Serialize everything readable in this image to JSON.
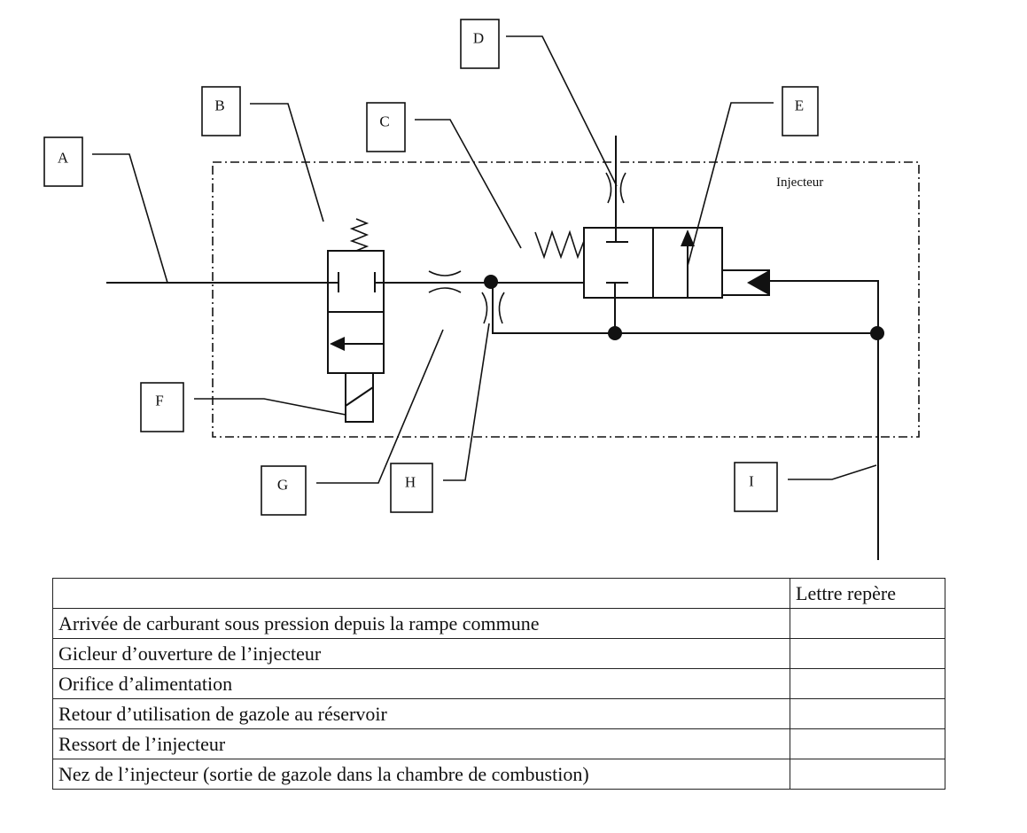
{
  "diagram": {
    "caption": "Injecteur",
    "labels": [
      "A",
      "B",
      "C",
      "D",
      "E",
      "F",
      "G",
      "H",
      "I"
    ]
  },
  "table": {
    "header": {
      "description": "",
      "letter": "Lettre repère"
    },
    "rows": [
      {
        "description": "Arrivée de carburant sous pression depuis la rampe commune",
        "letter": ""
      },
      {
        "description": "Gicleur d’ouverture de l’injecteur",
        "letter": ""
      },
      {
        "description": "Orifice d’alimentation",
        "letter": ""
      },
      {
        "description": "Retour d’utilisation de gazole au réservoir",
        "letter": ""
      },
      {
        "description": "Ressort de l’injecteur",
        "letter": ""
      },
      {
        "description": "Nez de l’injecteur (sortie de gazole dans la chambre de combustion)",
        "letter": ""
      }
    ]
  }
}
